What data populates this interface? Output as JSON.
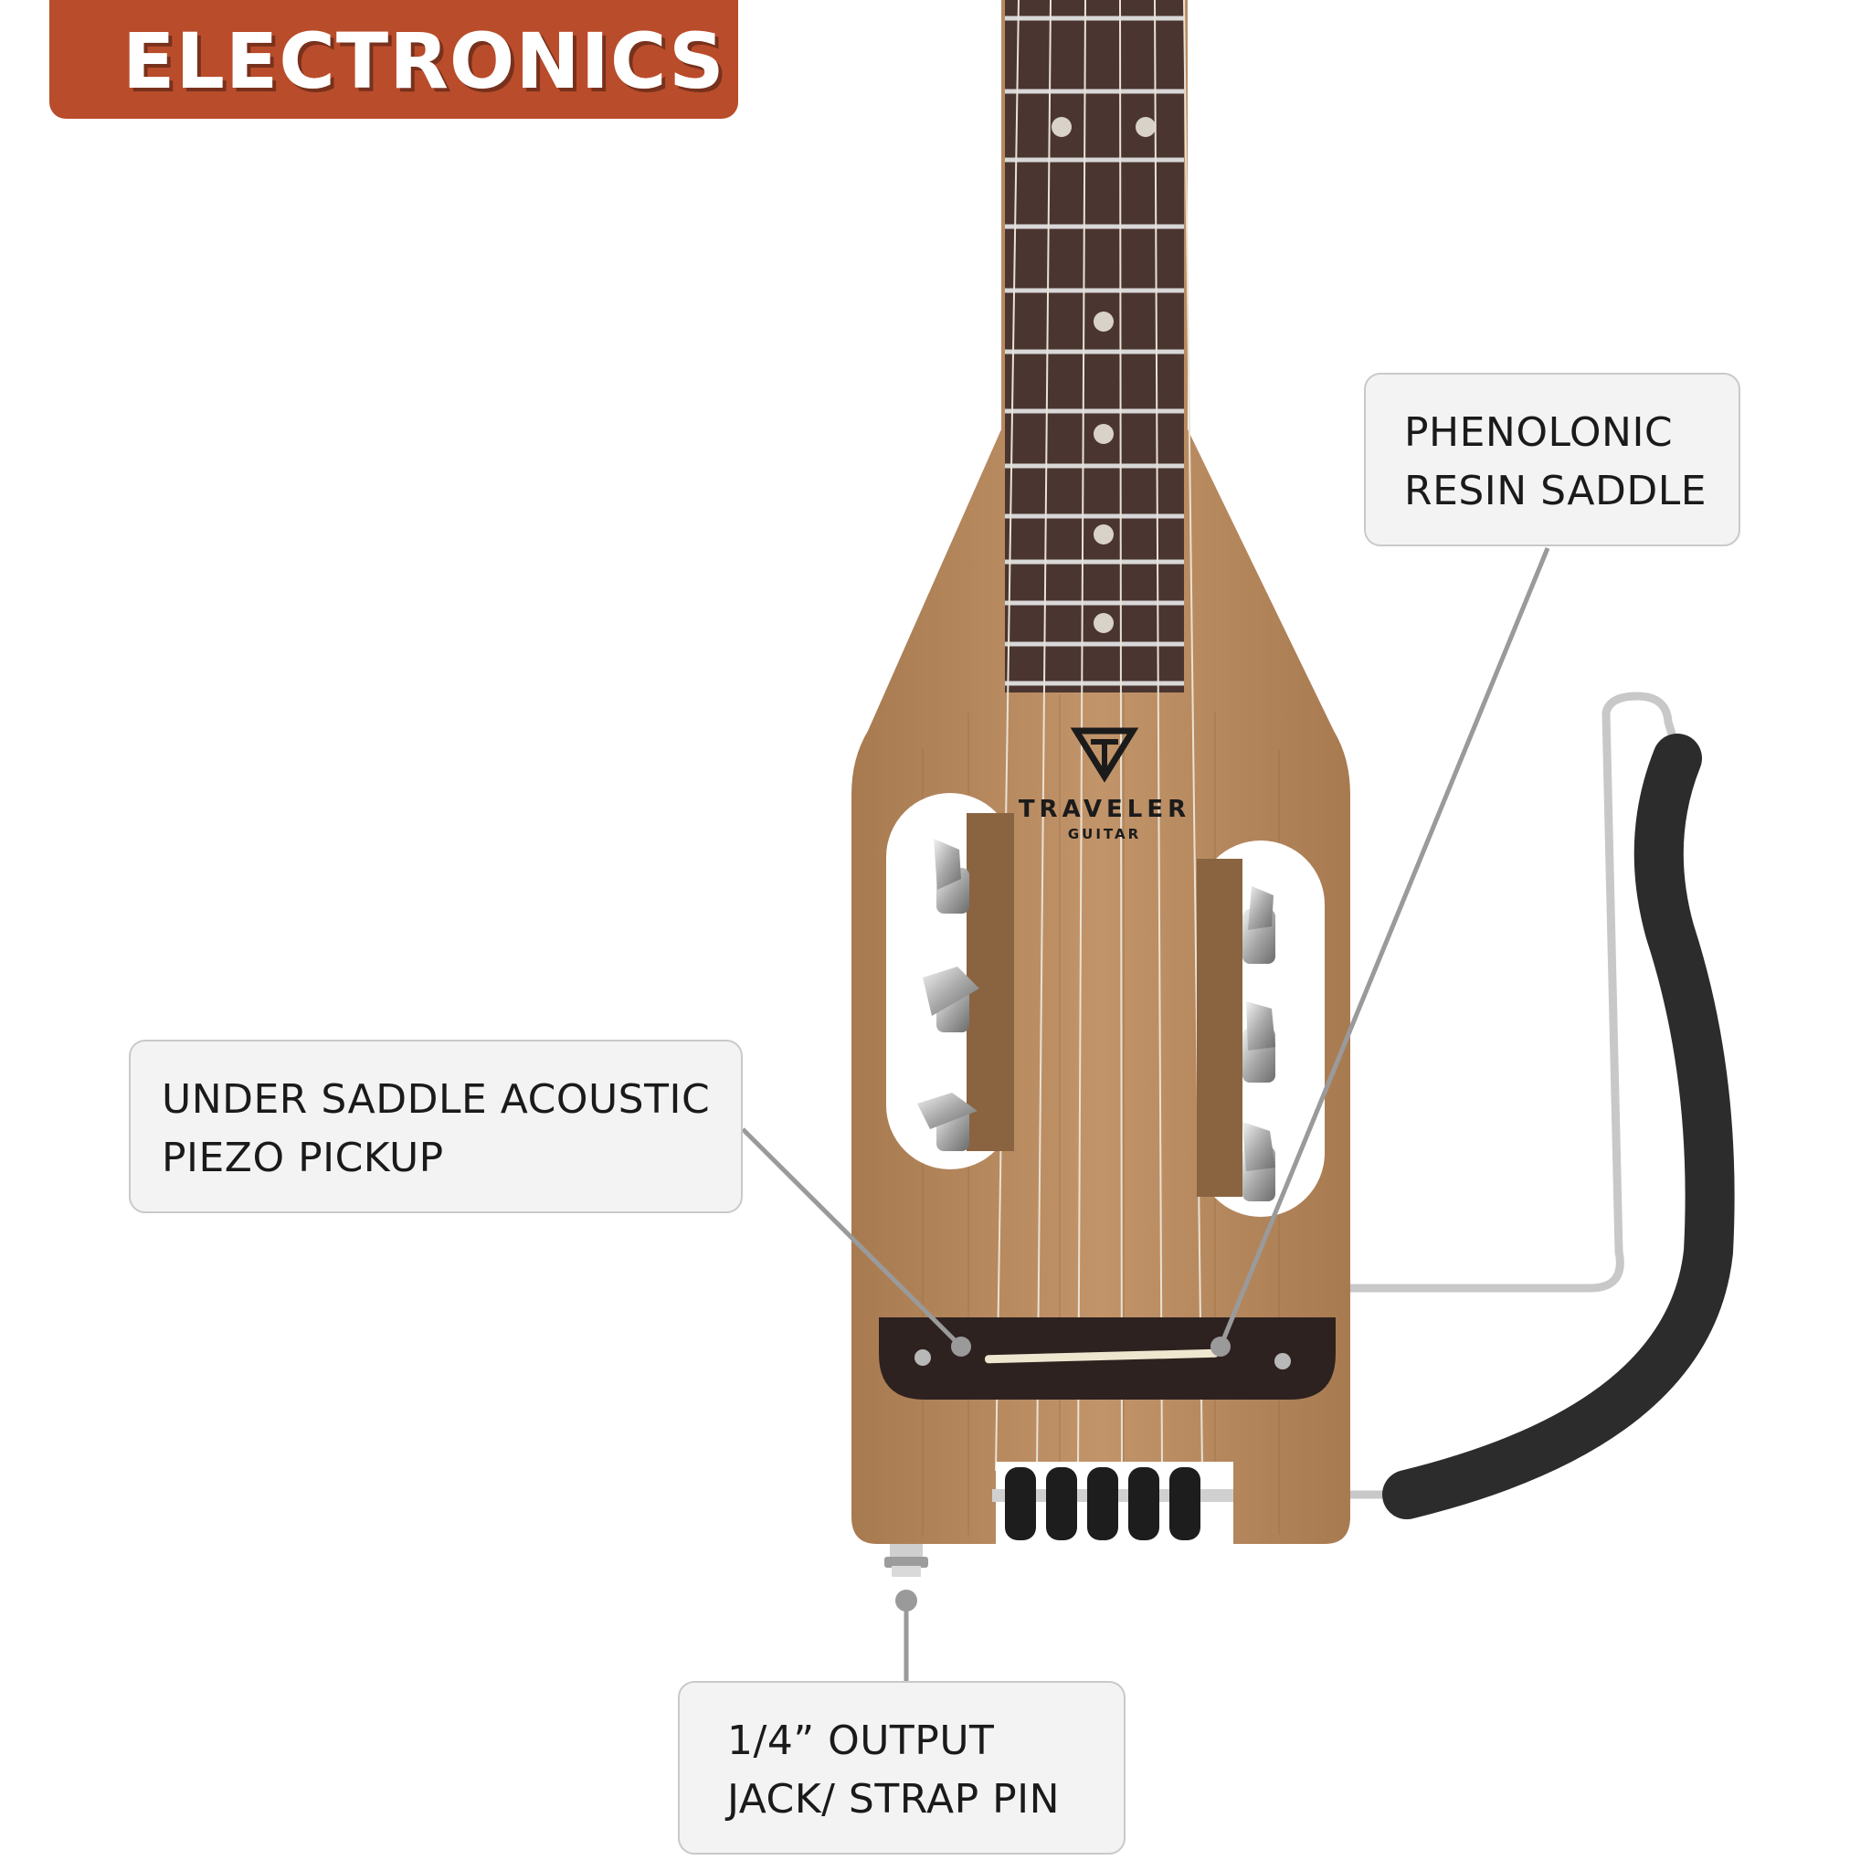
{
  "header": {
    "title": "ELECTRONICS"
  },
  "guitar": {
    "logo_text": "TRAVELER",
    "logo_subtext": "GUITAR"
  },
  "callouts": {
    "saddle": {
      "line1": "PHENOLONIC",
      "line2": "RESIN SADDLE"
    },
    "pickup": {
      "line1": "UNDER SADDLE ACOUSTIC",
      "line2": "PIEZO PICKUP"
    },
    "jack": {
      "line1": "1/4” OUTPUT",
      "line2": "JACK/ STRAP PIN"
    }
  },
  "colors": {
    "banner": "#b94c2b",
    "wood": "#b98a5e",
    "fretboard": "#4a3530",
    "callout_bg": "#f3f3f3",
    "leader": "#9a9a9a"
  }
}
